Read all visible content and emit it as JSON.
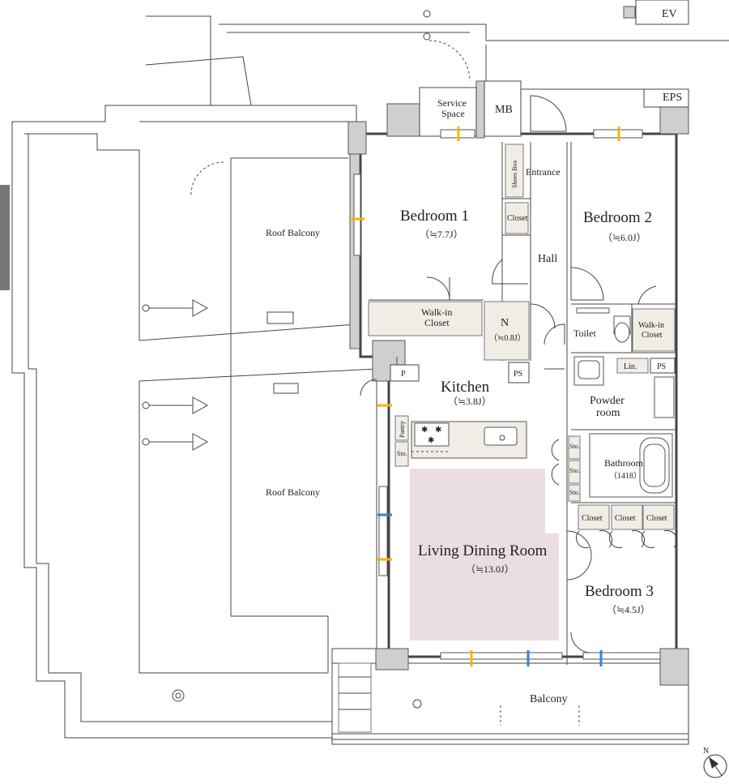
{
  "rooms": {
    "bedroom1": {
      "name": "Bedroom 1",
      "size": "（≒7.7J）"
    },
    "bedroom2": {
      "name": "Bedroom 2",
      "size": "（≒6.0J）"
    },
    "bedroom3": {
      "name": "Bedroom 3",
      "size": "（≒4.5J）"
    },
    "kitchen": {
      "name": "Kitchen",
      "size": "（≒3.8J）"
    },
    "living": {
      "name": "Living Dining Room",
      "size": "（≒13.0J）"
    },
    "n_room": {
      "name": "N",
      "size": "（≒0.8J）"
    },
    "powder": {
      "line1": "Powder",
      "line2": "room"
    },
    "bathroom": {
      "name": "Bathroom",
      "size": "（1418）"
    },
    "hall": "Hall",
    "entrance": "Entrance",
    "toilet": "Toilet"
  },
  "labels": {
    "roof_balcony_top": "Roof Balcony",
    "roof_balcony_bottom": "Roof Balcony",
    "balcony": "Balcony",
    "service_space_1": "Service",
    "service_space_2": "Space",
    "mb": "MB",
    "eps": "EPS",
    "ev": "EV",
    "shoes_box": "Shoes Box",
    "closet_entrance": "Closet",
    "walkin1_line1": "Walk-in",
    "walkin1_line2": "Closet",
    "walkin2_line1": "Walk-in",
    "walkin2_line2": "Closet",
    "ps_kitchen": "PS",
    "ps_powder": "PS",
    "p": "P",
    "lin": "Lin.",
    "pantry": "Pantry",
    "sto_kitchen": "Sto.",
    "sto1": "Sto.",
    "sto2": "Sto.",
    "sto3": "Sto.",
    "closet_a": "Closet",
    "closet_b": "Closet",
    "closet_c": "Closet",
    "north": "N"
  },
  "colors": {
    "living_fill": "#eadde3",
    "storage_fill": "#f1ede6",
    "wall_fill": "#cfcfcf",
    "window_accent": "#f2b705",
    "window_accent2": "#3b7fd1"
  }
}
